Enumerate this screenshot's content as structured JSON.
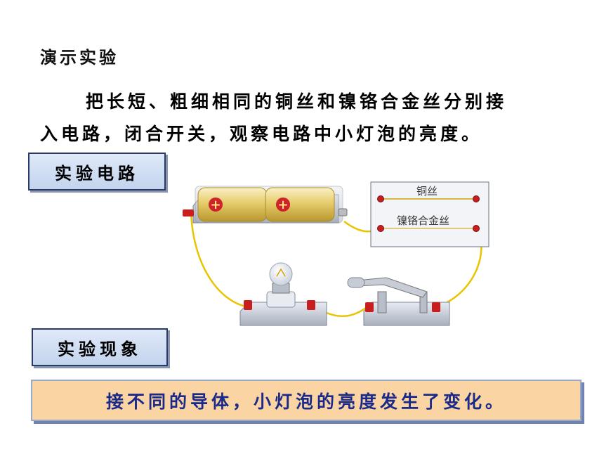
{
  "heading": "演示实验",
  "paragraph": {
    "line1": "把长短、粗细相同的铜丝和镍铬合金丝分别接",
    "line2": "入电路，闭合开关，观察电路中小灯泡的亮度。"
  },
  "labels": {
    "circuit": "实验电路",
    "phenomenon": "实验现象"
  },
  "result": "接不同的导体，小灯泡的亮度发生了变化。",
  "diagram": {
    "battery_terminal_symbol": "+",
    "wire_board": {
      "copper": "铜丝",
      "nichrome": "镍铬合金丝"
    }
  },
  "colors": {
    "result_bg": "#fad4a2",
    "result_text": "#1a2a8a",
    "label_border": "#2a3a66",
    "wire": "#e8c500",
    "terminal": "#c81e1e",
    "battery": "#e6cd6c"
  }
}
